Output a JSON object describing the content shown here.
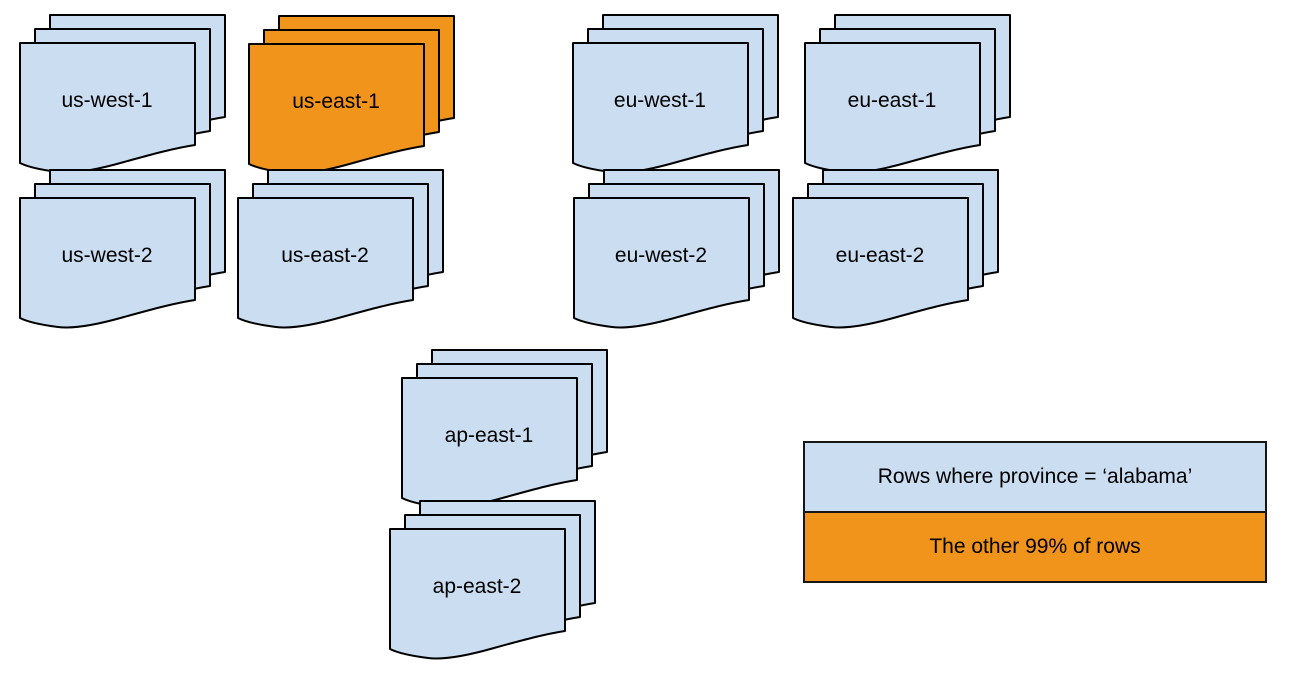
{
  "colors": {
    "page_blue": "#CBDDF0",
    "page_orange": "#F0941C",
    "outline": "#000000",
    "background": "#FFFFFF"
  },
  "stacks": [
    {
      "label": "us-west-1",
      "variant": "blue"
    },
    {
      "label": "us-east-1",
      "variant": "orange"
    },
    {
      "label": "eu-west-1",
      "variant": "blue"
    },
    {
      "label": "eu-east-1",
      "variant": "blue"
    },
    {
      "label": "us-west-2",
      "variant": "blue"
    },
    {
      "label": "us-east-2",
      "variant": "blue"
    },
    {
      "label": "eu-west-2",
      "variant": "blue"
    },
    {
      "label": "eu-east-2",
      "variant": "blue"
    },
    {
      "label": "ap-east-1",
      "variant": "blue"
    },
    {
      "label": "ap-east-2",
      "variant": "blue"
    }
  ],
  "legend": {
    "items": [
      {
        "label": "Rows where province = ‘alabama’",
        "swatch": "blue"
      },
      {
        "label": "The other 99% of rows",
        "swatch": "orange"
      }
    ]
  }
}
